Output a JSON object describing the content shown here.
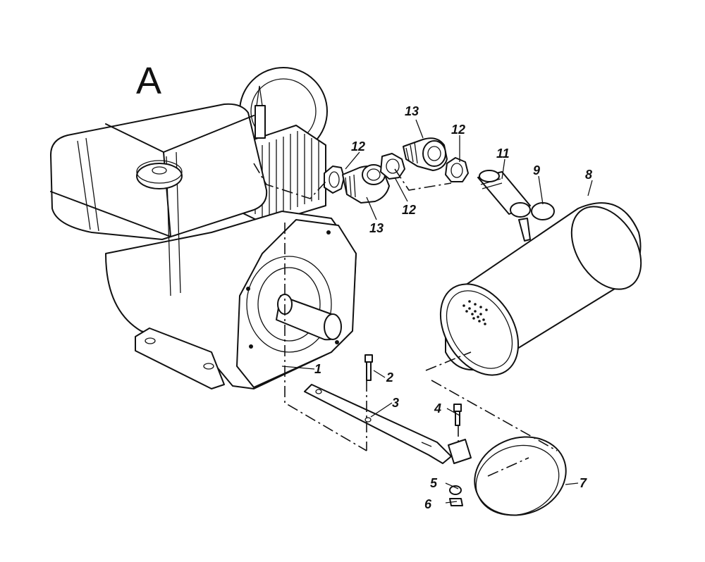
{
  "diagram": {
    "view_label": "A",
    "callouts": {
      "c1": "1",
      "c2": "2",
      "c3": "3",
      "c4": "4",
      "c5": "5",
      "c6": "6",
      "c7": "7",
      "c8": "8",
      "c9": "9",
      "c11": "11",
      "c12a": "12",
      "c12b": "12",
      "c12c": "12",
      "c13a": "13",
      "c13b": "13"
    }
  }
}
